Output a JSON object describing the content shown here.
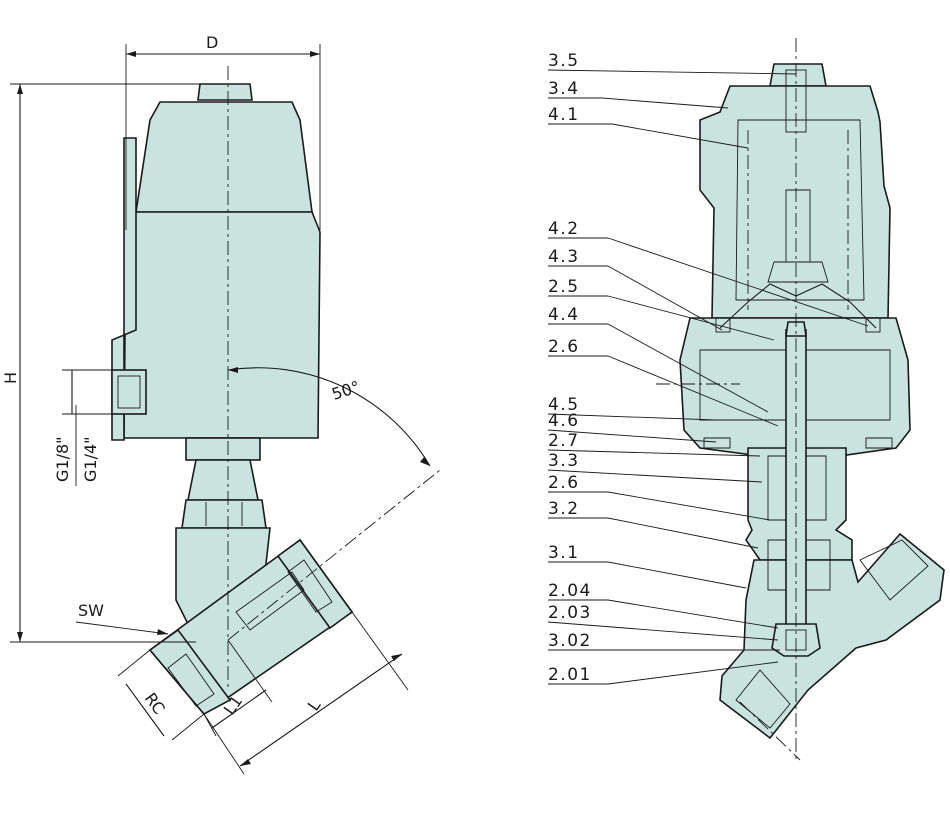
{
  "dimensions": {
    "D": "D",
    "H": "H",
    "angle": "50°",
    "port_small": "G1/8\"",
    "port_large": "G1/4\"",
    "SW": "SW",
    "RC": "RC",
    "L1": "L1",
    "L": "L"
  },
  "callouts": [
    "3.5",
    "3.4",
    "4.1",
    "4.2",
    "4.3",
    "2.5",
    "4.4",
    "2.6",
    "4.5",
    "4.6",
    "2.7",
    "3.3",
    "2.6",
    "3.2",
    "3.1",
    "2.04",
    "2.03",
    "3.02",
    "2.01"
  ],
  "colors": {
    "body": "#c9e3df",
    "line": "#1a1a1a"
  }
}
